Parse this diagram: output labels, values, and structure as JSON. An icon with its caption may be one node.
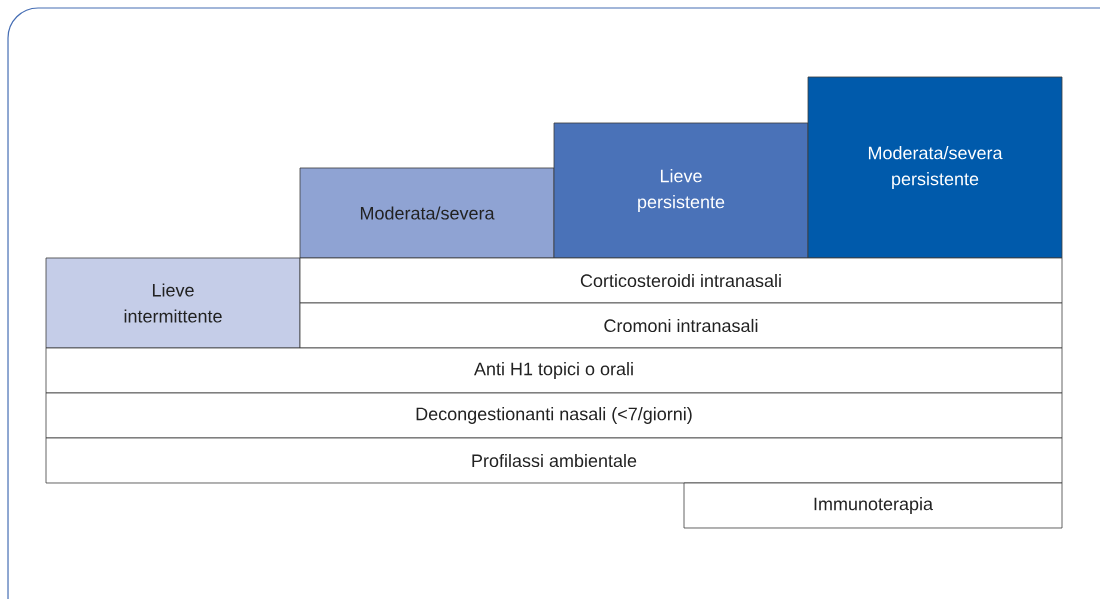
{
  "diagram": {
    "nodes": [
      {
        "text": [
          "Moderata/severa"
        ]
      },
      {
        "text": [
          "Lieve persistente"
        ]
      },
      {
        "text": [
          "Moderata/severa persistente"
        ]
      },
      {
        "text": [
          "Lieve intermittente"
        ]
      },
      {
        "text": [
          "Corticosteroidi intranasali"
        ]
      },
      {
        "text": [
          "Cromoni intranasali"
        ]
      },
      {
        "text": [
          "Anti H1 topici o orali"
        ]
      },
      {
        "text": [
          "Decongestionanti nasali (<7/giorni)"
        ]
      },
      {
        "text": [
          "Profilassi ambientale"
        ]
      },
      {
        "text": [
          "Immunoterapia"
        ]
      }
    ]
  }
}
